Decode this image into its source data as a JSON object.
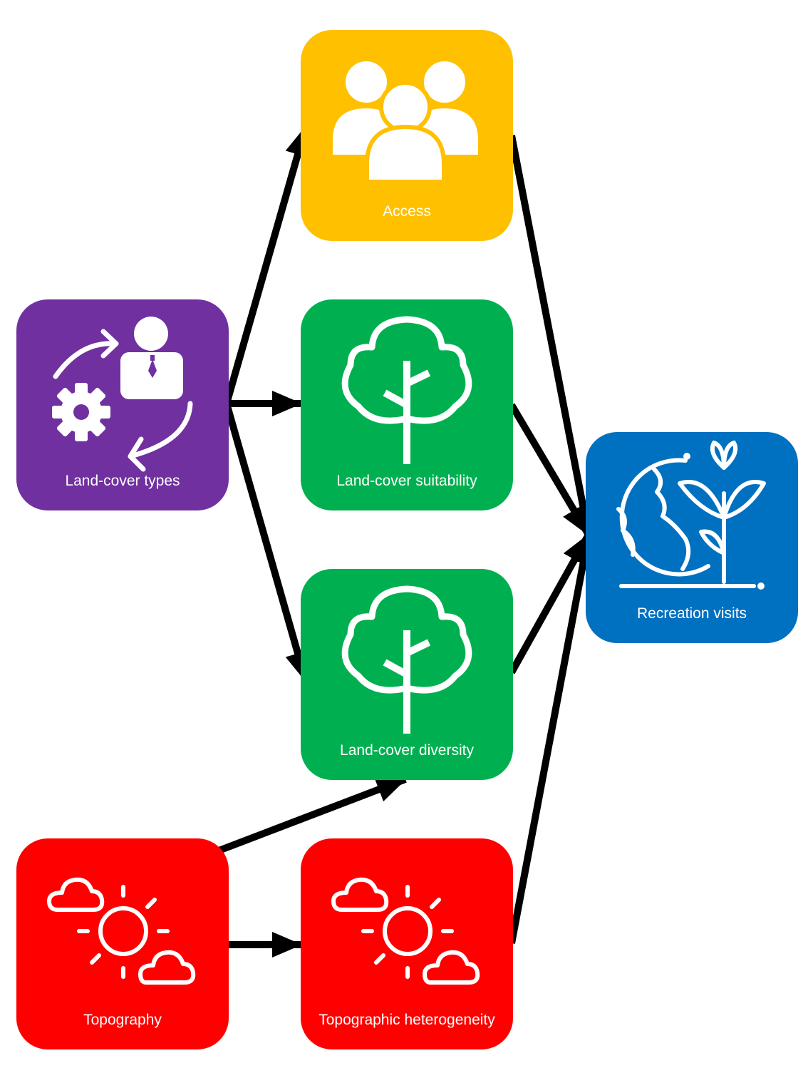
{
  "nodes": {
    "access": {
      "label": "Access",
      "color": "#FFC000",
      "icon": "people-group-icon"
    },
    "landcover_types": {
      "label": "Land-cover types",
      "color": "#7030A0",
      "icon": "gear-person-cycle-icon"
    },
    "landcover_suitability": {
      "label": "Land-cover suitability",
      "color": "#00B050",
      "icon": "tree-icon"
    },
    "landcover_diversity": {
      "label": "Land-cover diversity",
      "color": "#00B050",
      "icon": "tree-icon"
    },
    "recreation_visits": {
      "label": "Recreation visits",
      "color": "#0070C0",
      "icon": "earth-plant-icon"
    },
    "topography": {
      "label": "Topography",
      "color": "#FF0000",
      "icon": "sun-clouds-icon"
    },
    "topographic_heterogeneity": {
      "label": "Topographic heterogeneity",
      "color": "#FF0000",
      "icon": "sun-clouds-icon"
    }
  },
  "edges": [
    {
      "from": "landcover_types",
      "to": "access"
    },
    {
      "from": "landcover_types",
      "to": "landcover_suitability"
    },
    {
      "from": "landcover_types",
      "to": "landcover_diversity"
    },
    {
      "from": "access",
      "to": "recreation_visits"
    },
    {
      "from": "landcover_suitability",
      "to": "recreation_visits"
    },
    {
      "from": "landcover_diversity",
      "to": "recreation_visits"
    },
    {
      "from": "topography",
      "to": "landcover_diversity"
    },
    {
      "from": "topography",
      "to": "topographic_heterogeneity"
    },
    {
      "from": "topographic_heterogeneity",
      "to": "recreation_visits"
    }
  ],
  "edge_color": "#000000"
}
